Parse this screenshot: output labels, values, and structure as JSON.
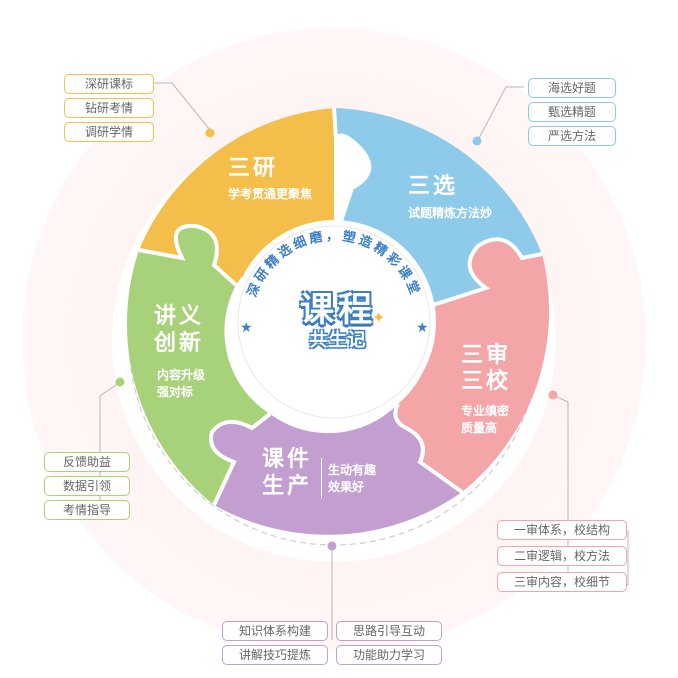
{
  "center": {
    "title": "课程",
    "subtitle": "共生记",
    "arc_text": "深研精选细磨，塑造精彩课堂"
  },
  "colors": {
    "yanyan": "#f4be4a",
    "xuan": "#8ecae9",
    "shen": "#f3a5a8",
    "kejian": "#c29fd0",
    "jiangyi": "#a8d27a",
    "center_blue": "#3d7fc4"
  },
  "segments": {
    "sanyan": {
      "title": "三研",
      "subtitle": "学考贯通更聚焦"
    },
    "sanxuan": {
      "title": "三选",
      "subtitle": "试题精炼方法妙"
    },
    "sanshen": {
      "title_1": "三审",
      "title_2": "三校",
      "subtitle_1": "专业缜密",
      "subtitle_2": "质量高"
    },
    "kejian": {
      "title_1": "课件",
      "title_2": "生产",
      "subtitle_1": "生动有趣",
      "subtitle_2": "效果好"
    },
    "jiangyi": {
      "title_1": "讲义",
      "title_2": "创新",
      "subtitle_1": "内容升级",
      "subtitle_2": "强对标"
    }
  },
  "tags": {
    "sanyan": [
      "深研课标",
      "钻研考情",
      "调研学情"
    ],
    "sanxuan": [
      "海选好题",
      "甄选精题",
      "严选方法"
    ],
    "sanshen": [
      "一审体系，校结构",
      "二审逻辑，校方法",
      "三审内容，校细节"
    ],
    "kejian": [
      "知识体系构建",
      "思路引导互动",
      "讲解技巧提炼",
      "功能助力学习"
    ],
    "jiangyi": [
      "反馈助益",
      "数据引领",
      "考情指导"
    ]
  }
}
